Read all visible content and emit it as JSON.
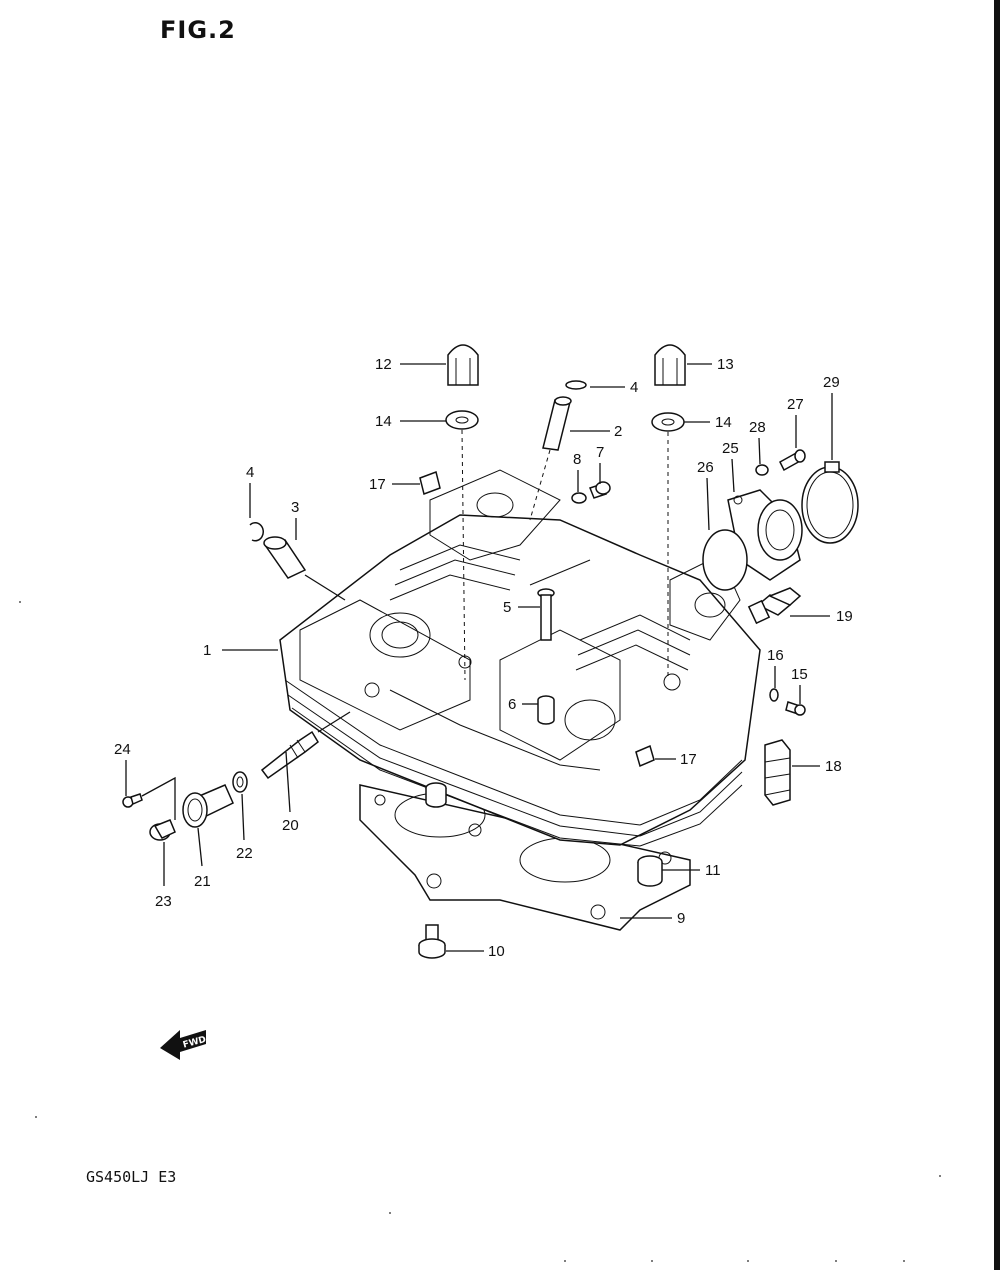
{
  "figure": {
    "title": "FIG.2",
    "model": "GS450LJ  E3"
  },
  "fwd_label": "FWD",
  "callouts": [
    "1",
    "2",
    "3",
    "4",
    "4",
    "5",
    "6",
    "7",
    "8",
    "9",
    "10",
    "11",
    "12",
    "13",
    "14",
    "14",
    "15",
    "16",
    "17",
    "17",
    "18",
    "19",
    "20",
    "21",
    "22",
    "23",
    "24",
    "25",
    "26",
    "27",
    "28",
    "29"
  ]
}
